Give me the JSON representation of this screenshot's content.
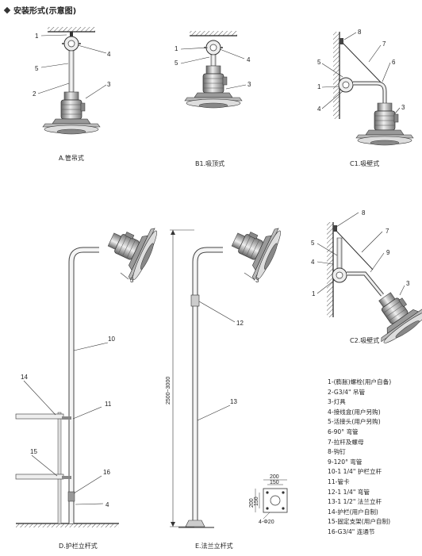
{
  "header": {
    "title": "安装形式(示意图)"
  },
  "captions": {
    "a": "A.管吊式",
    "b1": "B1.吸顶式",
    "c1": "C1.吸壁式",
    "c2": "C2.吸壁式",
    "d": "D.护栏立杆式",
    "e": "E.法兰立杆式"
  },
  "callouts": {
    "a": [
      "1",
      "4",
      "5",
      "3",
      "2"
    ],
    "b1": [
      "1",
      "4",
      "5",
      "3"
    ],
    "c1": [
      "8",
      "7",
      "5",
      "6",
      "1",
      "4",
      "3"
    ],
    "c2": [
      "8",
      "7",
      "5",
      "9",
      "4",
      "1",
      "3"
    ],
    "d": [
      "3",
      "10",
      "14",
      "11",
      "15",
      "16",
      "4"
    ],
    "e": [
      "3",
      "12",
      "13"
    ]
  },
  "dimensions": {
    "pole_height": "2500~3000",
    "flange_w1": "200",
    "flange_w2": "150",
    "flange_h1": "200",
    "flange_h2": "150",
    "bolt_holes": "4-Φ20"
  },
  "legend": [
    "1-(膨胀)螺栓(用户自备)",
    "2-G3/4\" 吊管",
    "3-灯具",
    "4-接线盒(用户另购)",
    "5-活接头(用户另购)",
    "6-90° 弯管",
    "7-拉杆及螺母",
    "8-钩钉",
    "9-120° 弯管",
    "10-1 1/4\" 护栏立杆",
    "11-管卡",
    "12-1 1/4\" 弯管",
    "13-1 1/2\" 法兰立杆",
    "14-护栏(用户自制)",
    "15-固定支架(用户自制)",
    "16-G3/4\" 连通节"
  ]
}
